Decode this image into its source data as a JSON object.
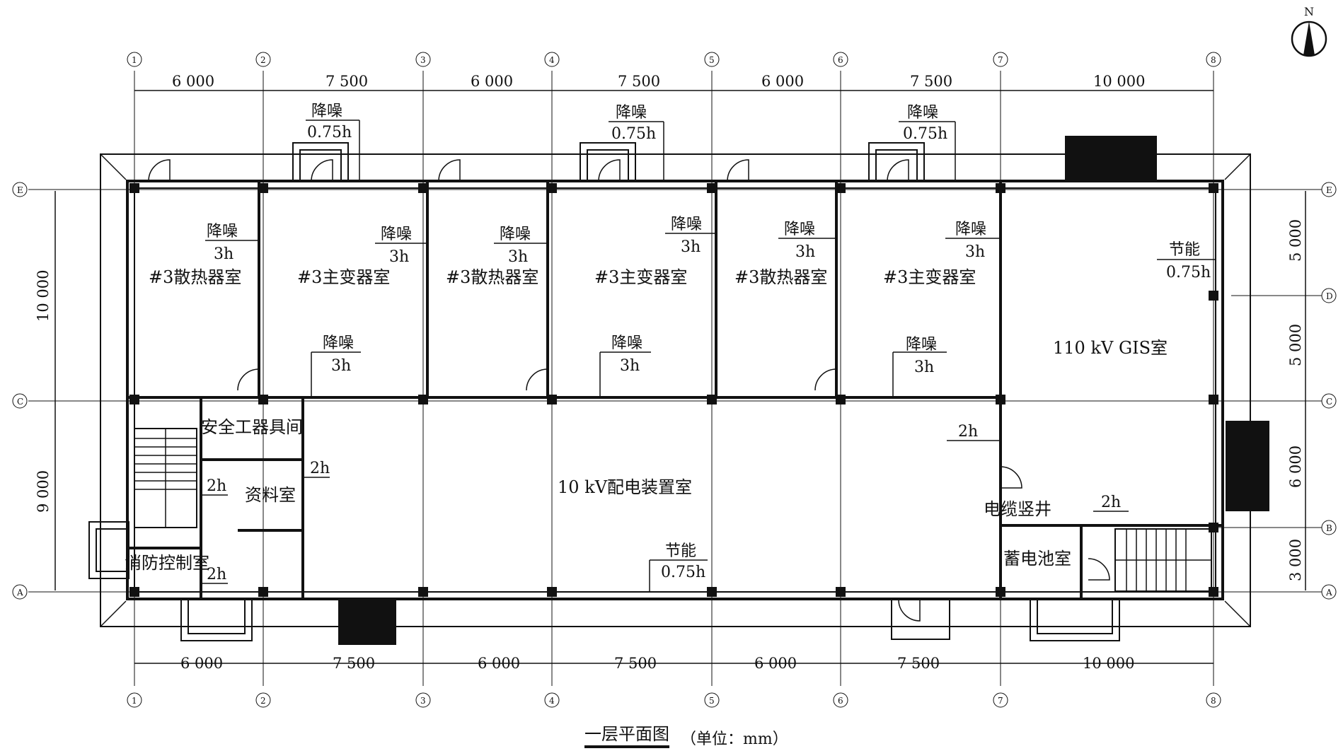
{
  "north": {
    "label": "N"
  },
  "grid_axes": {
    "vertical": [
      "1",
      "2",
      "3",
      "4",
      "5",
      "6",
      "7",
      "8"
    ],
    "horizontal": [
      "E",
      "D",
      "C",
      "B",
      "A"
    ]
  },
  "dimensions": {
    "top": [
      "6 000",
      "7 500",
      "6 000",
      "7 500",
      "6 000",
      "7 500",
      "10 000"
    ],
    "bottom": [
      "6 000",
      "7 500",
      "6 000",
      "7 500",
      "6 000",
      "7 500",
      "10 000"
    ],
    "left": [
      "10 000",
      "9 000"
    ],
    "right": [
      "5 000",
      "5 000",
      "6 000",
      "3 000"
    ]
  },
  "rooms": {
    "radiator_1": "#3散热器室",
    "transformer_1": "#3主变器室",
    "radiator_2": "#3散热器室",
    "transformer_2": "#3主变器室",
    "radiator_3": "#3散热器室",
    "transformer_3": "#3主变器室",
    "gis": "110 kV GIS室",
    "tools": "安全工器具间",
    "archive": "资料室",
    "fire_control": "消防控制室",
    "distribution": "10 kV配电装置室",
    "cable_shaft": "电缆竖井",
    "battery": "蓄电池室"
  },
  "tags": {
    "noise_label": "降噪",
    "energy_label": "节能",
    "t_075": "0.75h",
    "t_3": "3h",
    "t_2": "2h"
  },
  "caption": {
    "title": "一层平面图",
    "unit": "（单位：mm）"
  }
}
